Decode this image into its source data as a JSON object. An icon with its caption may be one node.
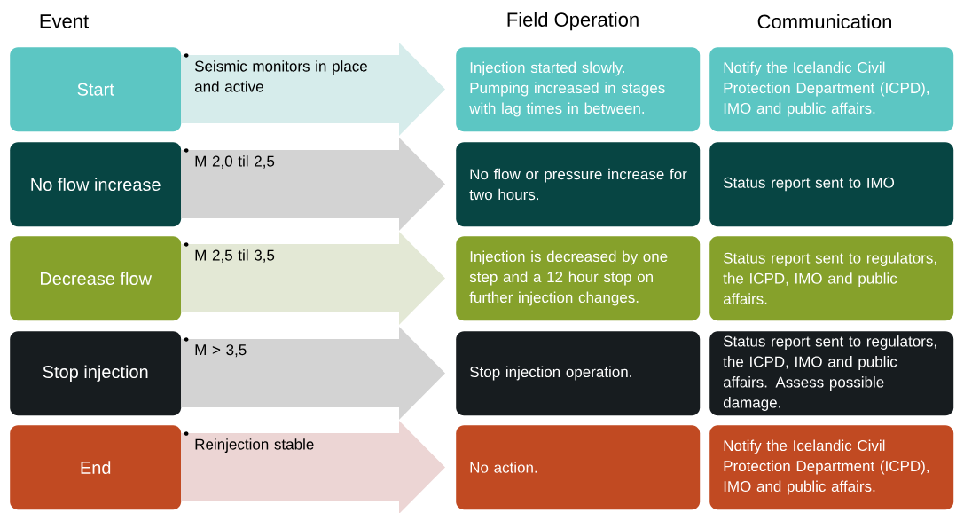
{
  "diagram": {
    "nodes": [
      {
        "text": [
          "Start"
        ]
      },
      {
        "text": [
          "•",
          "Seismic monitors in place and active"
        ]
      },
      {
        "text": [
          "Injection started slowly. Pumping increased in stages with lag times in between."
        ]
      },
      {
        "text": [
          "Notify the Icelandic Civil Protection Department (ICPD), IMO and public affairs."
        ]
      },
      {
        "text": [
          "No flow increase"
        ]
      },
      {
        "text": [
          "•",
          "M 2,0 til 2,5"
        ]
      },
      {
        "text": [
          "No flow or pressure increase for two hours."
        ]
      },
      {
        "text": [
          "Status report sent to IMO"
        ]
      },
      {
        "text": [
          "Decrease flow"
        ]
      },
      {
        "text": [
          "•",
          "M 2,5 til 3,5"
        ]
      },
      {
        "text": [
          "Injection is decreased by one step and a 12 hour stop on further injection changes."
        ]
      },
      {
        "text": [
          "Status report sent to regulators, the ICPD, IMO and public affairs."
        ]
      },
      {
        "text": [
          "Stop injection"
        ]
      },
      {
        "text": [
          "•",
          "M > 3,5"
        ]
      },
      {
        "text": [
          "Stop injection operation."
        ]
      },
      {
        "text": [
          "Status report sent to regulators, the ICPD, IMO and public affairs. Assess possible damage."
        ]
      },
      {
        "text": [
          "End"
        ]
      },
      {
        "text": [
          "•",
          "Reinjection stable"
        ]
      },
      {
        "text": [
          "No action."
        ]
      },
      {
        "text": [
          "Notify the Icelandic Civil Protection Department (ICPD), IMO and public affairs."
        ]
      }
    ],
    "labels": [
      "Event",
      "Field Operation",
      "Communication"
    ]
  }
}
